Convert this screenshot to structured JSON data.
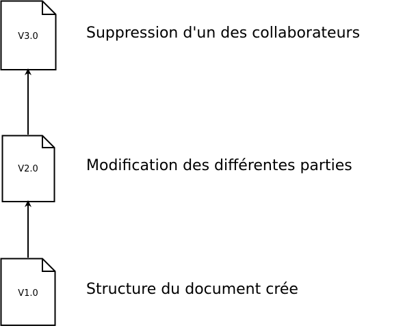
{
  "versions": [
    {
      "label": "V3.0",
      "description": "Suppression d'un des collaborateurs"
    },
    {
      "label": "V2.0",
      "description": "Modification des différentes parties"
    },
    {
      "label": "V1.0",
      "description": "Structure du document crée"
    }
  ]
}
